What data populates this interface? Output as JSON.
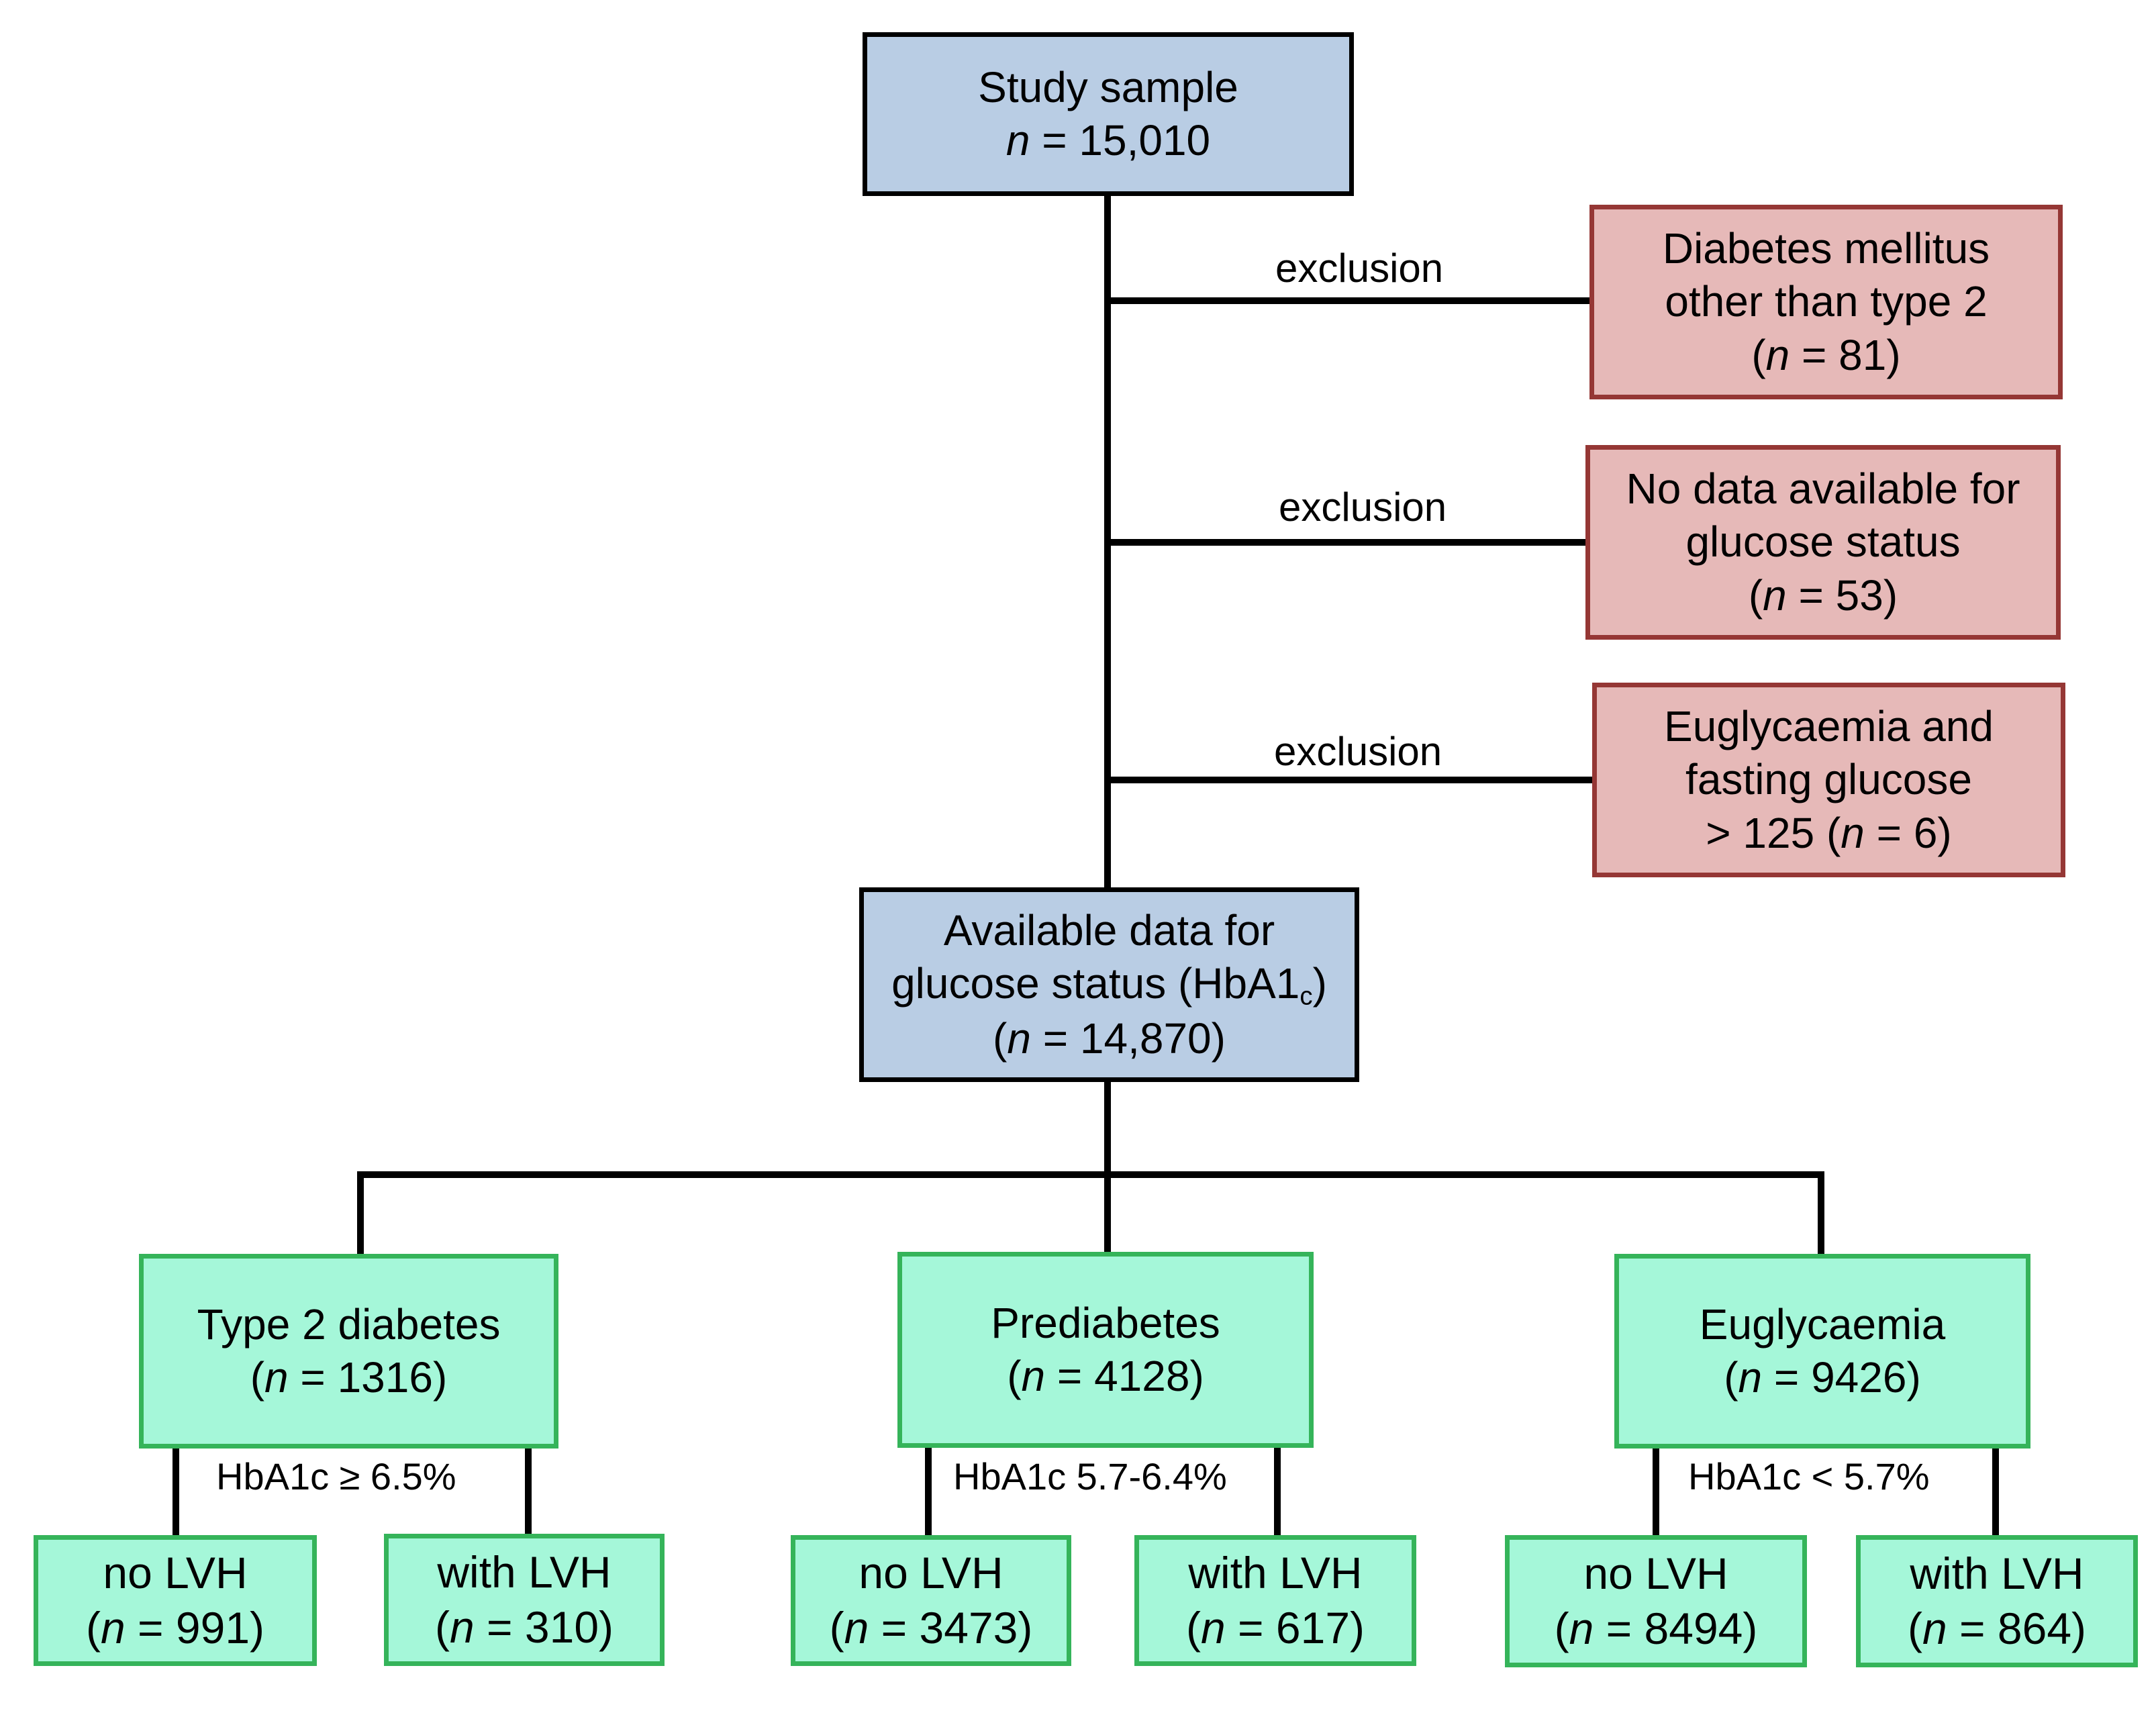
{
  "study": {
    "title": "Study sample",
    "n_label": "n",
    "n_rest": " = 15,010"
  },
  "exclusion_label": "exclusion",
  "exclusions": [
    {
      "line1": "Diabetes mellitus",
      "line2": "other than type 2",
      "open": "(",
      "n_label": "n",
      "n_rest": " = 81)"
    },
    {
      "line1": "No data available for",
      "line2": "glucose status",
      "open": "(",
      "n_label": "n",
      "n_rest": " = 53)"
    },
    {
      "line1": "Euglycaemia and",
      "line2": "fasting glucose",
      "open": "> 125 (",
      "n_label": "n",
      "n_rest": " = 6)"
    }
  ],
  "available": {
    "line1": "Available data for",
    "line2_pre": "glucose status (HbA1",
    "line2_sub": "c",
    "line2_post": ")",
    "open": "(",
    "n_label": "n",
    "n_rest": " = 14,870)"
  },
  "groups": [
    {
      "name": "Type 2 diabetes",
      "open": "(",
      "n_label": "n",
      "n_rest": " = 1316)",
      "criterion": "HbA1c ≥ 6.5%",
      "no": {
        "label": "no LVH",
        "open": "(",
        "n_label": "n",
        "n_rest": " = 991)"
      },
      "with": {
        "label": "with LVH",
        "open": "(",
        "n_label": "n",
        "n_rest": " = 310)"
      }
    },
    {
      "name": "Prediabetes",
      "open": "(",
      "n_label": "n",
      "n_rest": " = 4128)",
      "criterion": "HbA1c 5.7-6.4%",
      "no": {
        "label": "no LVH",
        "open": "(",
        "n_label": "n",
        "n_rest": " = 3473)"
      },
      "with": {
        "label": "with LVH",
        "open": "(",
        "n_label": "n",
        "n_rest": " = 617)"
      }
    },
    {
      "name": "Euglycaemia",
      "open": "(",
      "n_label": "n",
      "n_rest": " = 9426)",
      "criterion": "HbA1c < 5.7%",
      "no": {
        "label": "no LVH",
        "open": "(",
        "n_label": "n",
        "n_rest": " = 8494)"
      },
      "with": {
        "label": "with LVH",
        "open": "(",
        "n_label": "n",
        "n_rest": " = 864)"
      }
    }
  ],
  "colors": {
    "blue_fill": "#b9cde4",
    "red_fill": "#e6b9b8",
    "red_border": "#953735",
    "green_fill": "#a5f7d9",
    "green_border": "#35b45a",
    "connector": "#000000"
  }
}
